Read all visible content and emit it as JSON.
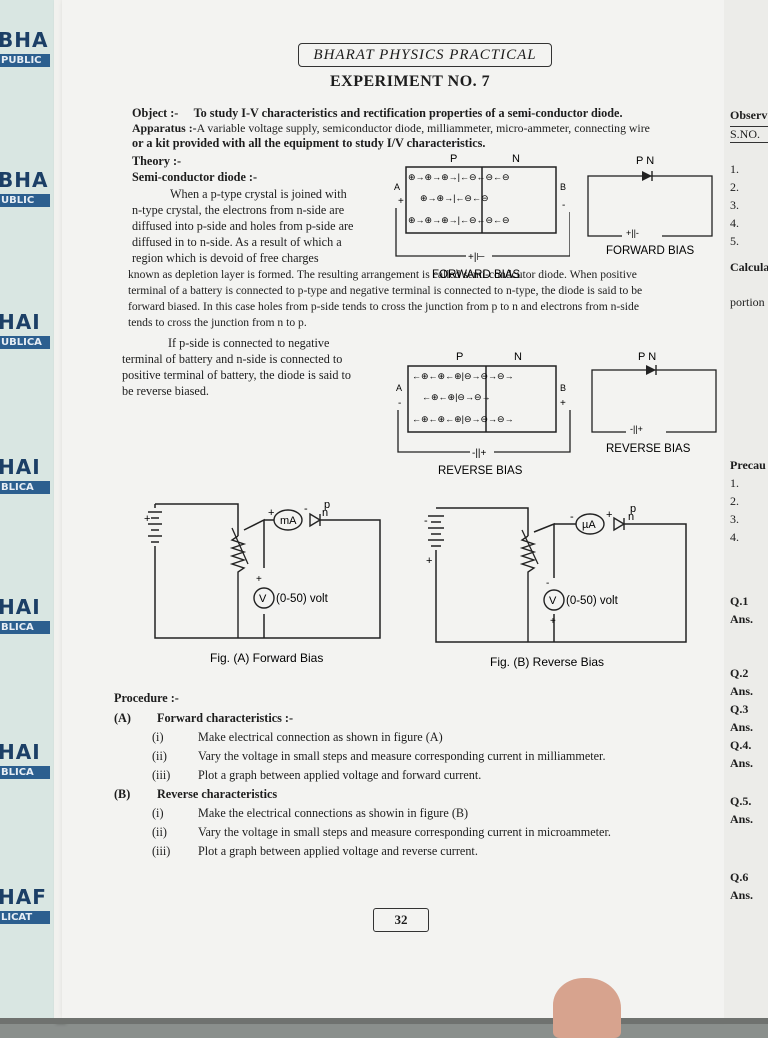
{
  "left_strip": {
    "brand": [
      {
        "big": "BHA",
        "small": "PUBLIC"
      },
      {
        "big": "BHA",
        "small": "UBLIC"
      },
      {
        "big": "HAI",
        "small": "UBLICA"
      },
      {
        "big": "HAI",
        "small": "BLICA"
      },
      {
        "big": "HAI",
        "small": "BLICA"
      },
      {
        "big": "HAI",
        "small": "BLICA"
      },
      {
        "big": "HAF",
        "small": "LICAT"
      }
    ]
  },
  "header": {
    "series": "BHARAT PHYSICS PRACTICAL",
    "experiment": "EXPERIMENT NO. 7"
  },
  "object": {
    "label": "Object :-",
    "text": "To study I-V characteristics and rectification properties of a semi-conductor diode."
  },
  "apparatus": {
    "label": "Apparatus :-",
    "line1": "A variable voltage supply, semiconductor diode, milliammeter, micro-ammeter, connecting wire",
    "line2": "or a kit provided with all the equipment to study I/V characteristics."
  },
  "theory": {
    "label": "Theory :-",
    "subheading": "Semi-conductor diode :-"
  },
  "para1": [
    "When a p-type crystal is joined with",
    "n-type crystal, the electrons from n-side are",
    "diffused into p-side and holes from p-side are",
    "diffused in to n-side.  As a result of which a",
    "region which is devoid of free charges",
    "known as depletion layer is formed.  The resulting arrangement is called semi-condcutor diode.  When positive",
    "terminal of a battery is connected to p-type and negative terminal is connected to n-type, the diode is said to be",
    "forward biased.  In this case holes from p-side tends to cross the junction from p to n and electrons from n-side",
    "tends to cross the junction from n to p."
  ],
  "para2": [
    "If p-side is connected to negative",
    "terminal of battery and n-side is connected to",
    "positive terminal of battery, the diode is said to",
    "be reverse biased."
  ],
  "diagrams": {
    "forward_pn": {
      "p": "P",
      "n": "N",
      "a": "A",
      "b": "B",
      "plus": "+",
      "minus": "-",
      "battery": "+|⊢",
      "caption": "FORWARD BIAS",
      "row1": "⊕→⊕→⊕→|←⊖←⊖←⊖",
      "row2": "⊕→⊕→|←⊖←⊖",
      "row3": "⊕→⊕→⊕→|←⊖←⊖←⊖"
    },
    "forward_symbol": {
      "label": "P N",
      "battery": "+||-",
      "caption": "FORWARD BIAS"
    },
    "reverse_pn": {
      "p": "P",
      "n": "N",
      "a": "A",
      "b": "B",
      "plus": "+",
      "minus": "-",
      "battery": "-||+",
      "caption": "REVERSE BIAS",
      "row1": "←⊕←⊕←⊕|⊖→⊖→⊖→",
      "row2": "←⊕←⊕|⊖→⊖→",
      "row3": "←⊕←⊕←⊕|⊖→⊖→⊖→"
    },
    "reverse_symbol": {
      "label": "P N",
      "battery": "-||+",
      "caption": "REVERSE BIAS"
    },
    "fig_a": {
      "ammeter": "mA",
      "voltmeter": "V",
      "range": "(0-50) volt",
      "p": "p",
      "n": "n",
      "plus": "+",
      "minus": "-",
      "caption": "Fig. (A) Forward Bias"
    },
    "fig_b": {
      "ammeter": "µA",
      "voltmeter": "V",
      "range": "(0-50) volt",
      "p": "p",
      "n": "n",
      "plus": "+",
      "minus": "-",
      "caption": "Fig. (B) Reverse Bias"
    }
  },
  "procedure": {
    "label": "Procedure :-",
    "a": {
      "marker": "(A)",
      "title": "Forward characteristics :-",
      "steps": [
        {
          "num": "(i)",
          "text": "Make electrical connection as shown in figure (A)"
        },
        {
          "num": "(ii)",
          "text": "Vary the voltage in small steps and measure corresponding current in milliammeter."
        },
        {
          "num": "(iii)",
          "text": "Plot a graph between applied voltage and forward current."
        }
      ]
    },
    "b": {
      "marker": "(B)",
      "title": "Reverse characteristics",
      "steps": [
        {
          "num": "(i)",
          "text": "Make the electrical connections as showin in figure (B)"
        },
        {
          "num": "(ii)",
          "text": "Vary the voltage in small steps and measure corresponding current in microammeter."
        },
        {
          "num": "(iii)",
          "text": "Plot a graph between applied voltage and reverse current."
        }
      ]
    }
  },
  "page_number": "32",
  "right_page": {
    "observ": "Observ",
    "sno": "S.NO.",
    "rows": [
      "1.",
      "2.",
      "3.",
      "4.",
      "5."
    ],
    "calcula": "Calcula",
    "portion": "portion g",
    "precau": "Precau",
    "precau_rows": [
      "1.",
      "2.",
      "3.",
      "4."
    ],
    "qa": [
      {
        "q": "Q.1",
        "a": "Ans."
      },
      {
        "q": "Q.2",
        "a": "Ans."
      },
      {
        "q": "Q.3",
        "a": "Ans."
      },
      {
        "q": "Q.4.",
        "a": "Ans."
      },
      {
        "q": "Q.5.",
        "a": "Ans."
      },
      {
        "q": "Q.6",
        "a": "Ans."
      }
    ]
  }
}
